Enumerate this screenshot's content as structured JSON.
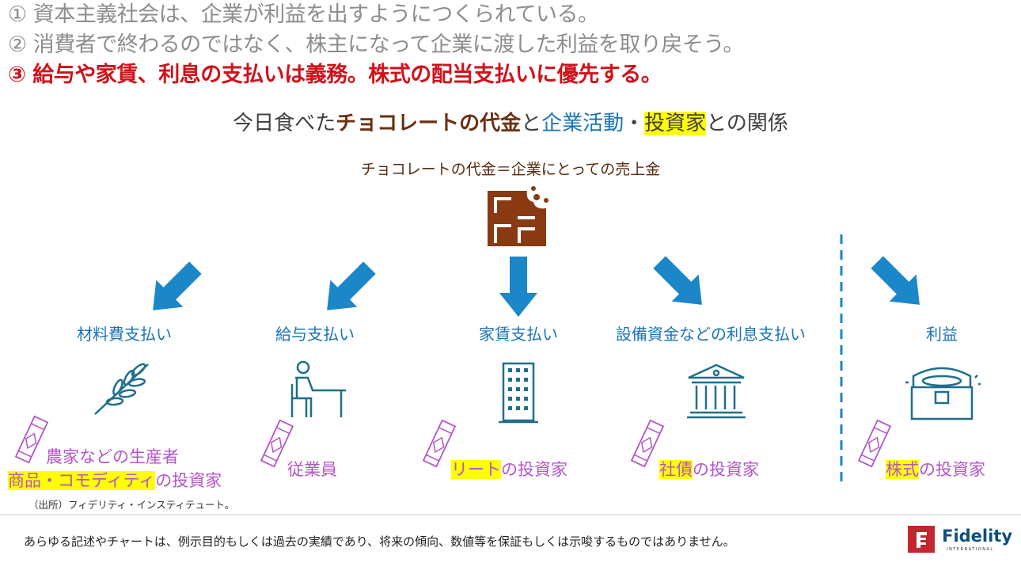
{
  "points": [
    "① 資本主義社会は、企業が利益を出すようにつくられている。",
    "② 消費者で終わるのではなく、株主になって企業に渡した利益を取り戻そう。",
    "③ 給与や家賃、利息の支払いは義務。株式の配当支払いに優先する。"
  ],
  "title": {
    "pre": "今日食べた",
    "choco": "チョコレートの代金",
    "and": "と",
    "corp": "企業活動",
    "dot": "・",
    "inv": "投資家",
    "post": "との関係"
  },
  "subtitle": "チョコレートの代金＝企業にとっての売上金",
  "flows": [
    {
      "label": "材料費支払い",
      "icon": "wheat-icon"
    },
    {
      "label": "給与支払い",
      "icon": "worker-desk-icon"
    },
    {
      "label": "家賃支払い",
      "icon": "building-icon"
    },
    {
      "label": "設備資金などの利息支払い",
      "icon": "bank-icon"
    },
    {
      "label": "利益",
      "icon": "treasure-chest-icon"
    }
  ],
  "recipients": {
    "r0a": "農家などの生産者",
    "r0b_hl": "商品・コモディティ",
    "r0b_rest": "の投資家",
    "r1": "従業員",
    "r2_hl": "リート",
    "r2_rest": "の投資家",
    "r3_hl": "社債",
    "r3_rest": "の投資家",
    "r4_hl": "株式",
    "r4_rest": "の投資家"
  },
  "source": "（出所）フィデリティ・インスティテュート。",
  "disclaimer": "あらゆる記述やチャートは、例示目的もしくは過去の実績であり、将来の傾向、数値等を保証もしくは示唆するものではありません。",
  "logo": {
    "name": "Fidelity",
    "sub": "INTERNATIONAL"
  },
  "colors": {
    "red": "#d0121b",
    "blue": "#1a74b8",
    "arrow": "#1b86c8",
    "purple": "#b455c8",
    "teal": "#1f6f8b",
    "brown": "#8a3a12",
    "highlight": "#ffff00"
  }
}
